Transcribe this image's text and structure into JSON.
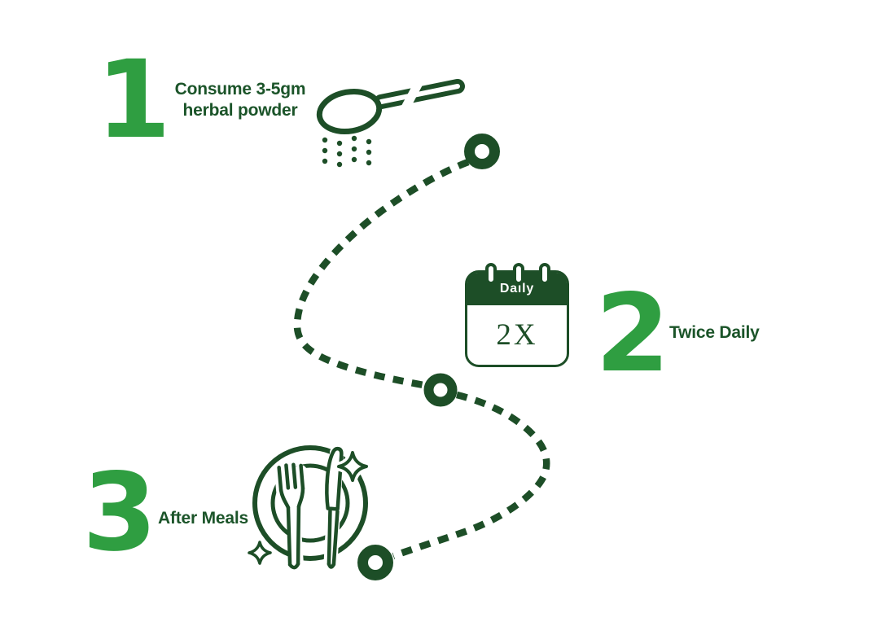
{
  "title": "Herbal powder usage steps infographic",
  "colors": {
    "dark_green": "#1d4e27",
    "text_green": "#1b5429",
    "bright_green": "#2f9e41",
    "background": "#ffffff",
    "white": "#ffffff"
  },
  "steps": [
    {
      "number": "1",
      "label_line1": "Consume 3-5gm",
      "label_line2": "herbal powder",
      "icon": "spoon-powder-icon"
    },
    {
      "number": "2",
      "label": "Twice Daily",
      "icon": "calendar-icon",
      "calendar": {
        "header": "Daily",
        "value": "2X"
      }
    },
    {
      "number": "3",
      "label": "After Meals",
      "icon": "plate-cutlery-icon"
    }
  ],
  "connector": {
    "style": "dashed-curve",
    "node_count": 3
  }
}
